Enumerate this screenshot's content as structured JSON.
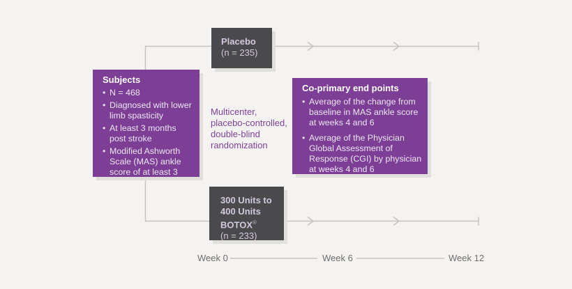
{
  "diagram": {
    "subjects": {
      "title": "Subjects",
      "bullets": [
        "N = 468",
        "Diagnosed with lower limb spasticity",
        "At least 3 months post stroke",
        "Modified Ashworth Scale (MAS) ankle score of at least 3"
      ]
    },
    "placebo_arm": {
      "title": "Placebo",
      "n": "(n = 235)"
    },
    "botox_arm": {
      "dose_line1": "300 Units to",
      "dose_line2": "400 Units",
      "brand": "BOTOX",
      "reg_mark": "®",
      "n": "(n = 233)"
    },
    "endpoints": {
      "title": "Co-primary end points",
      "bullets": [
        "Average of the change from baseline in MAS ankle score at weeks 4 and 6",
        "Average of the Physician Global Assessment of Response (CGI) by physician at weeks 4 and 6"
      ]
    },
    "center_note_lines": [
      "Multicenter,",
      "placebo-controlled,",
      "double-blind",
      "randomization"
    ],
    "timeline": {
      "week0": "Week 0",
      "week6": "Week 6",
      "week12": "Week 12"
    },
    "glyphs": {
      "bullet": "•"
    },
    "colors": {
      "purple_box": "#7d3f96",
      "dark_gray_box": "#4a494b",
      "line_gray": "#c5c3c1",
      "background": "#f4f3f2",
      "timeline_text": "#6e6d6c",
      "lavender_text": "#d3c9df",
      "shadow": "#e1dfdb"
    }
  }
}
